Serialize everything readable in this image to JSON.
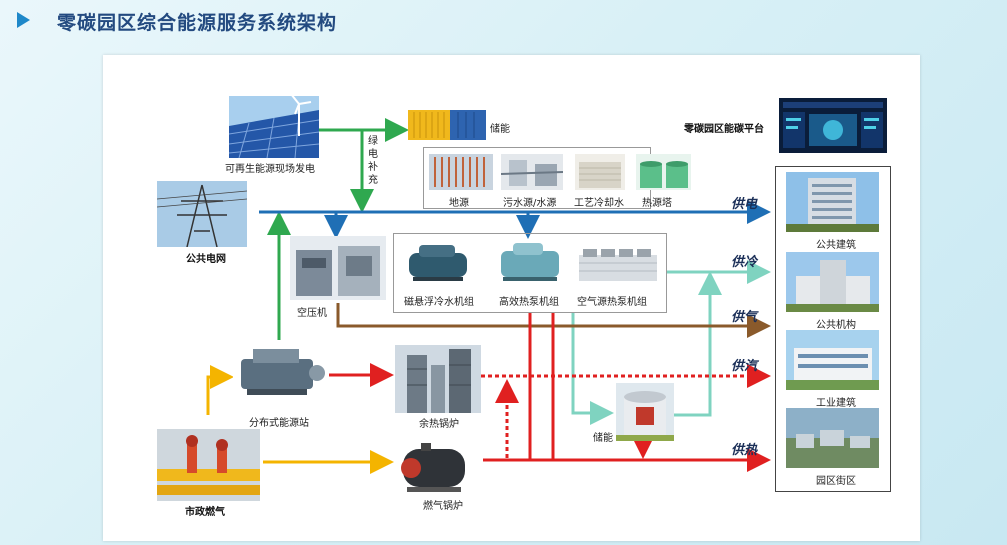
{
  "header": {
    "title": "零碳园区综合能源服务系统架构"
  },
  "sources": {
    "renewable": "可再生能源现场发电",
    "grid": "公共电网",
    "storage_top": "储能",
    "green_supplement": "绿电补充",
    "platform": "零碳园区能碳平台",
    "gas": "市政燃气",
    "distributed": "分布式能源站"
  },
  "heat_sources": [
    "地源",
    "污水源/水源",
    "工艺冷却水",
    "热源塔"
  ],
  "chillers": [
    "磁悬浮冷水机组",
    "高效热泵机组",
    "空气源热泵机组"
  ],
  "equipment": {
    "compressor": "空压机",
    "waste_boiler": "余热锅炉",
    "gas_boiler": "燃气锅炉",
    "storage_tank": "储能"
  },
  "supplies": [
    "供电",
    "供冷",
    "供气",
    "供汽",
    "供热"
  ],
  "buildings": [
    "公共建筑",
    "公共机构",
    "工业建筑",
    "园区街区"
  ],
  "colors": {
    "power": "#1f6fb5",
    "cooling": "#7fd3c0",
    "air": "#8a5a2b",
    "steam": "#e02020",
    "heat": "#e02020",
    "green": "#2fa84f",
    "gas": "#f4b400"
  }
}
